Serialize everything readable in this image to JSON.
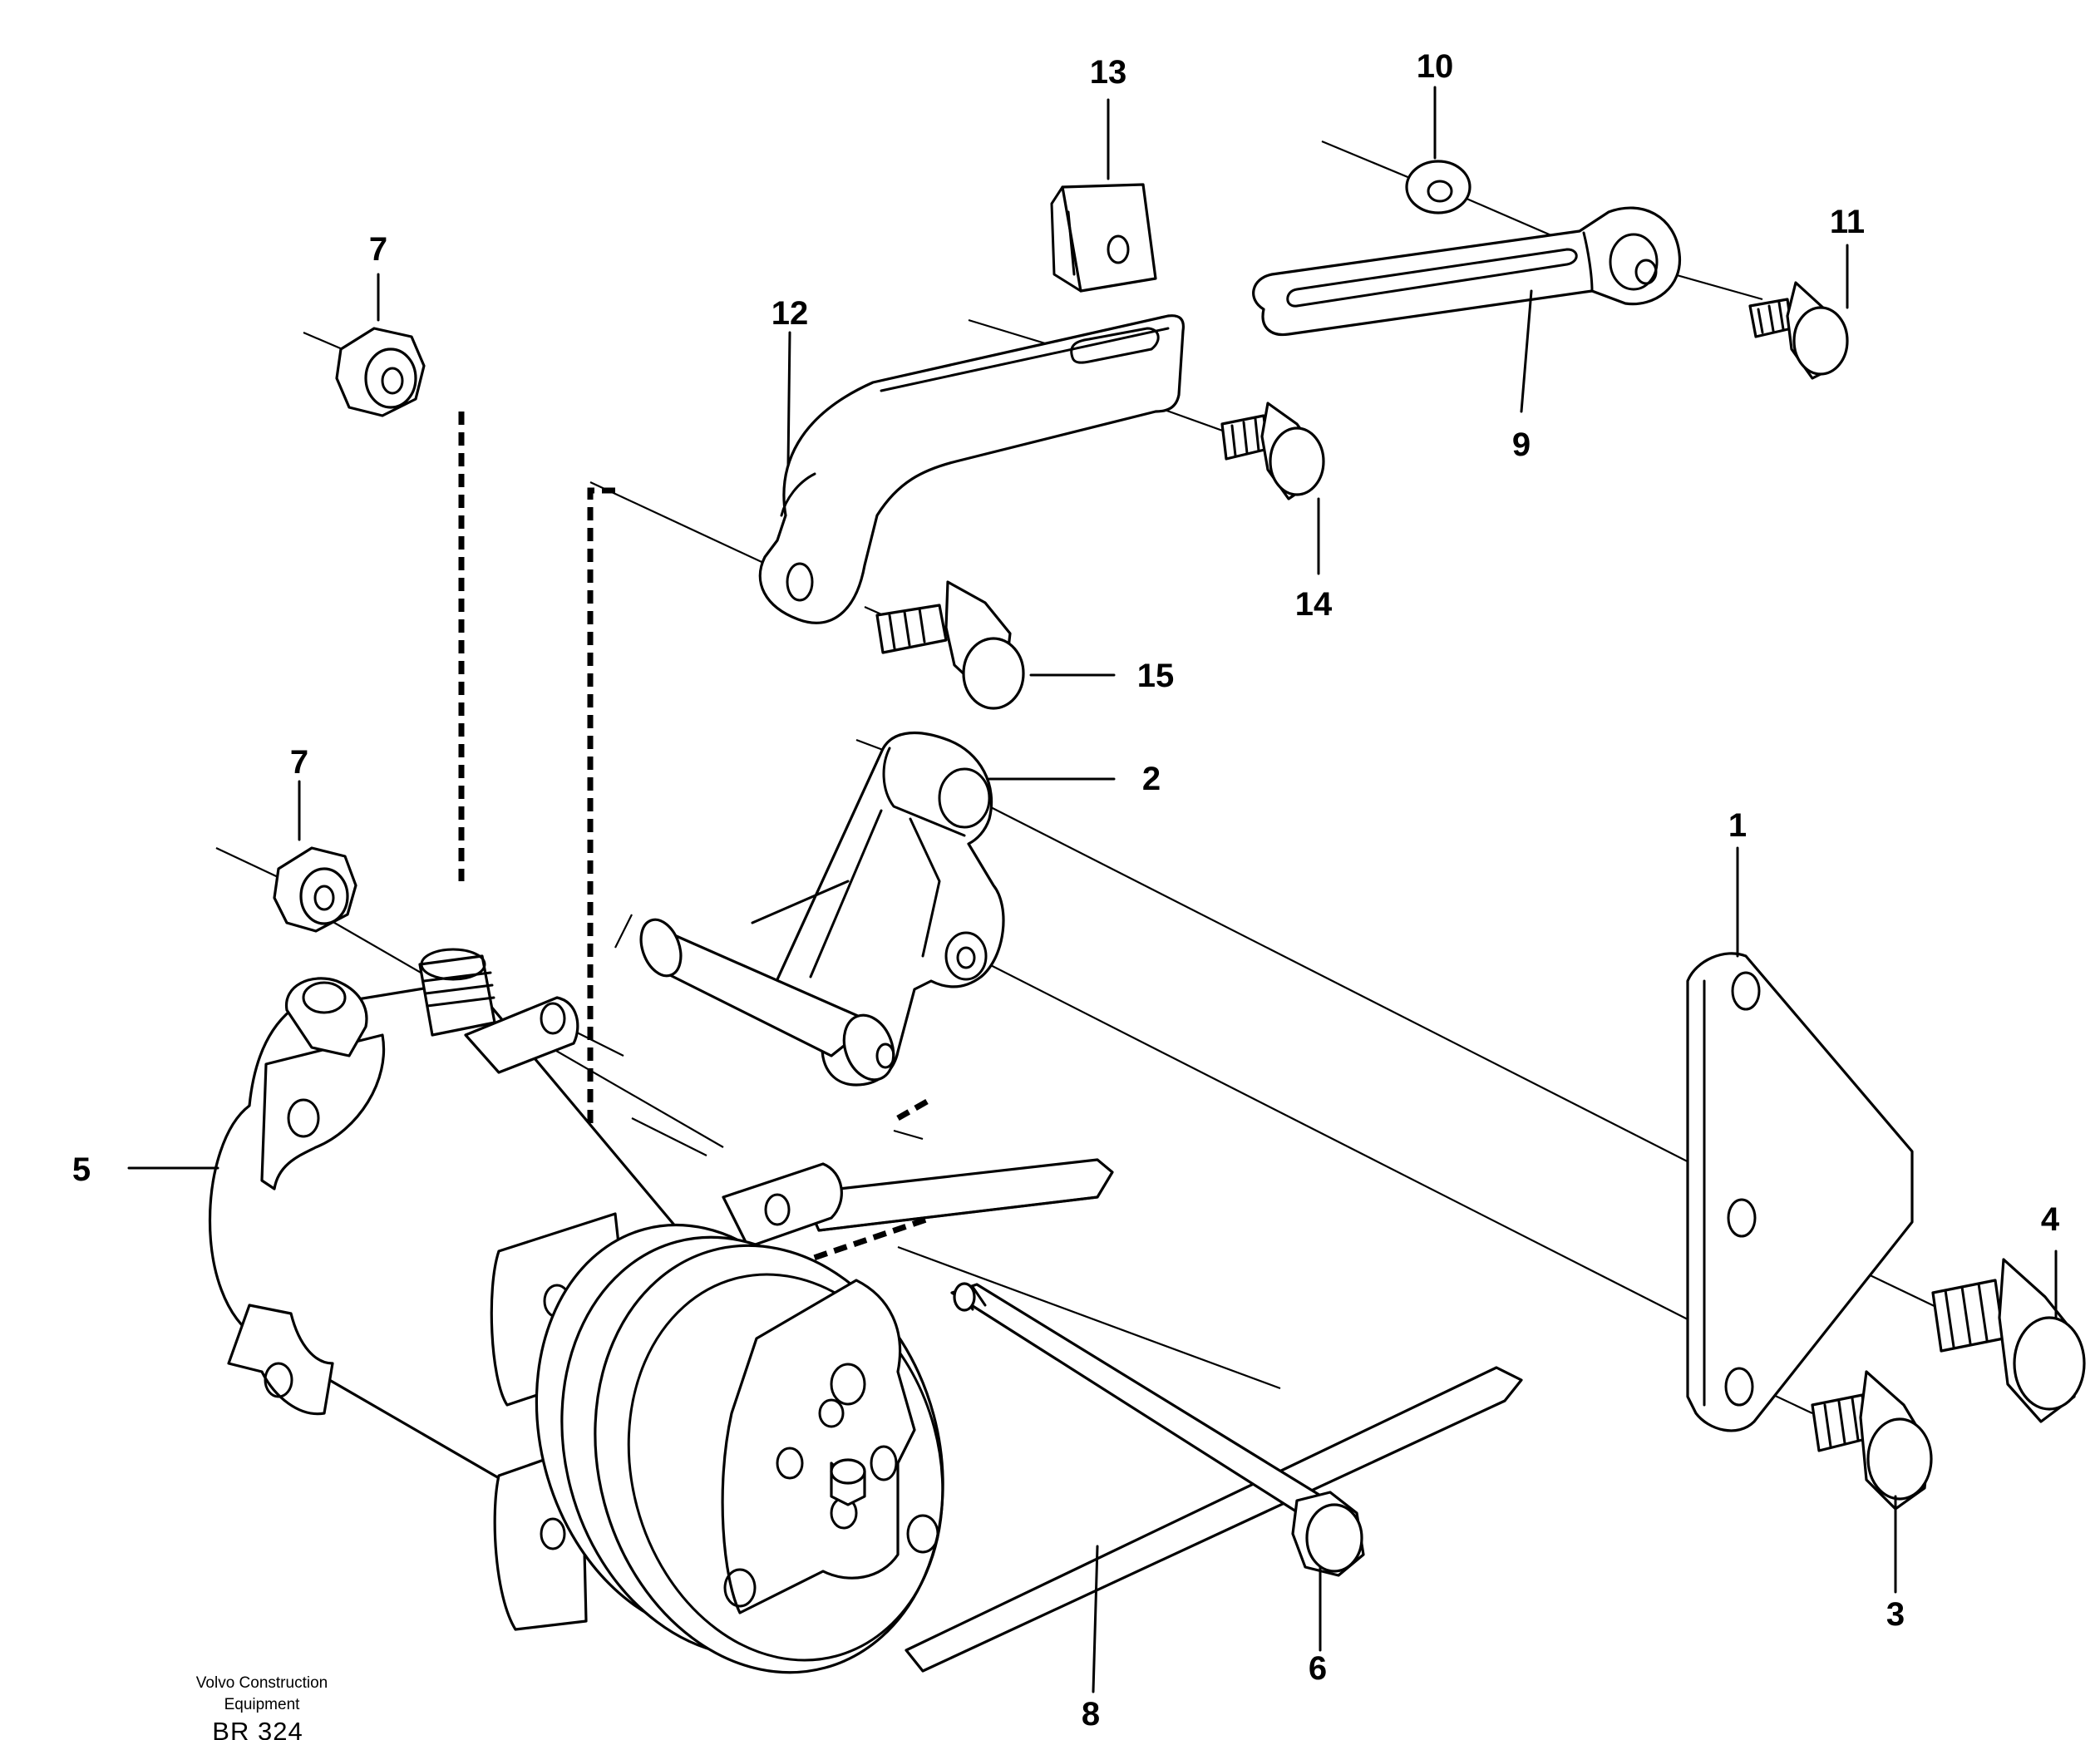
{
  "diagram": {
    "callouts": {
      "c1": "1",
      "c2": "2",
      "c3": "3",
      "c4": "4",
      "c5": "5",
      "c6": "6",
      "c7a": "7",
      "c7b": "7",
      "c8": "8",
      "c9": "9",
      "c10": "10",
      "c11": "11",
      "c12": "12",
      "c13": "13",
      "c14": "14",
      "c15": "15"
    },
    "credit": {
      "line1": "Volvo Construction",
      "line2": "Equipment",
      "reference": "BR 324"
    }
  }
}
